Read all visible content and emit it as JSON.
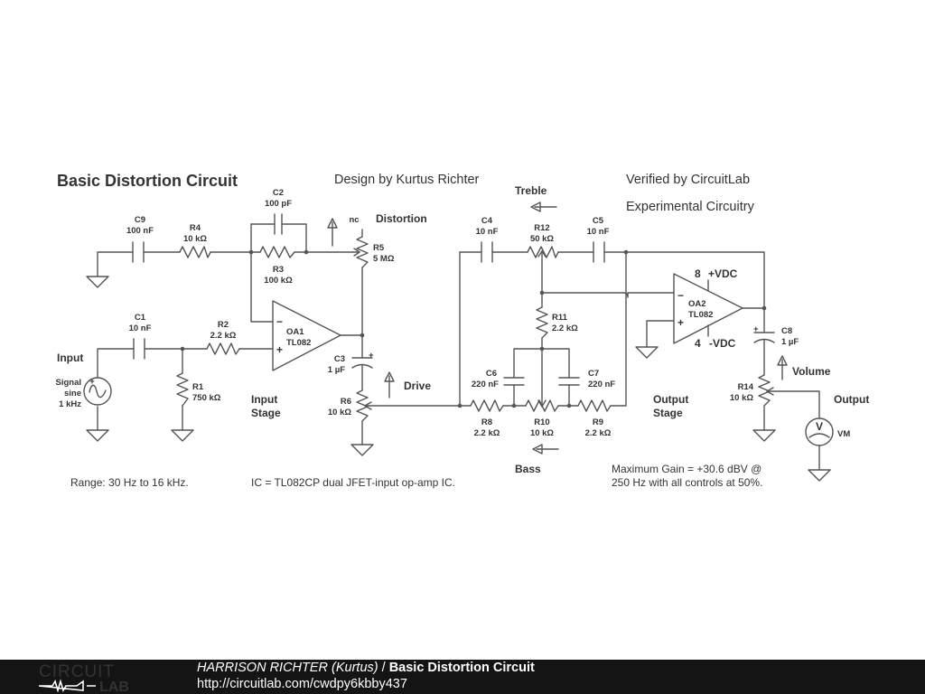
{
  "header": {
    "title": "Basic Distortion Circuit",
    "designer": "Design by Kurtus Richter",
    "verified": "Verified by CircuitLab",
    "experimental": "Experimental Circuitry"
  },
  "components": {
    "C9": {
      "name": "C9",
      "value": "100 nF"
    },
    "R4": {
      "name": "R4",
      "value": "10 kΩ"
    },
    "C2": {
      "name": "C2",
      "value": "100 pF"
    },
    "R3": {
      "name": "R3",
      "value": "100 kΩ"
    },
    "R5": {
      "name": "R5",
      "value": "5 MΩ"
    },
    "C1": {
      "name": "C1",
      "value": "10 nF"
    },
    "R2": {
      "name": "R2",
      "value": "2.2 kΩ"
    },
    "R1": {
      "name": "R1",
      "value": "750 kΩ"
    },
    "OA1": {
      "name": "OA1",
      "value": "TL082"
    },
    "C3": {
      "name": "C3",
      "value": "1 µF"
    },
    "R6": {
      "name": "R6",
      "value": "10 kΩ"
    },
    "C4": {
      "name": "C4",
      "value": "10 nF"
    },
    "R12": {
      "name": "R12",
      "value": "50 kΩ"
    },
    "C5": {
      "name": "C5",
      "value": "10 nF"
    },
    "R11": {
      "name": "R11",
      "value": "2.2 kΩ"
    },
    "C6": {
      "name": "C6",
      "value": "220 nF"
    },
    "C7": {
      "name": "C7",
      "value": "220 nF"
    },
    "R8": {
      "name": "R8",
      "value": "2.2 kΩ"
    },
    "R10": {
      "name": "R10",
      "value": "10 kΩ"
    },
    "R9": {
      "name": "R9",
      "value": "2.2 kΩ"
    },
    "OA2": {
      "name": "OA2",
      "value": "TL082"
    },
    "C8": {
      "name": "C8",
      "value": "1 µF"
    },
    "R14": {
      "name": "R14",
      "value": "10 kΩ"
    },
    "VM": {
      "name": "VM",
      "symbol": "V"
    }
  },
  "source": {
    "line1": "Signal",
    "line2": "sine",
    "line3": "1 kHz"
  },
  "opamp_pins": {
    "minus": "−",
    "plus": "+",
    "pin8": "8",
    "vdc_pos": "+VDC",
    "pin4": "4",
    "vdc_neg": "-VDC"
  },
  "cap_polarity": "+",
  "labels": {
    "nc": "nc",
    "distortion": "Distortion",
    "drive": "Drive",
    "treble": "Treble",
    "bass": "Bass",
    "volume": "Volume",
    "input": "Input",
    "output": "Output",
    "input_stage_1": "Input",
    "input_stage_2": "Stage",
    "output_stage_1": "Output",
    "output_stage_2": "Stage"
  },
  "notes": {
    "range": "Range: 30 Hz to 16 kHz.",
    "ic": "IC = TL082CP dual JFET-input op-amp IC.",
    "gain_1": "Maximum Gain = +30.6 dBV @",
    "gain_2": "250 Hz with all controls at 50%."
  },
  "footer": {
    "author": "HARRISON RICHTER (Kurtus)",
    "separator": " / ",
    "title": "Basic Distortion Circuit",
    "url": "http://circuitlab.com/cwdpy6kbby437",
    "logo_top": "CIRCUIT",
    "logo_bottom": "LAB"
  }
}
